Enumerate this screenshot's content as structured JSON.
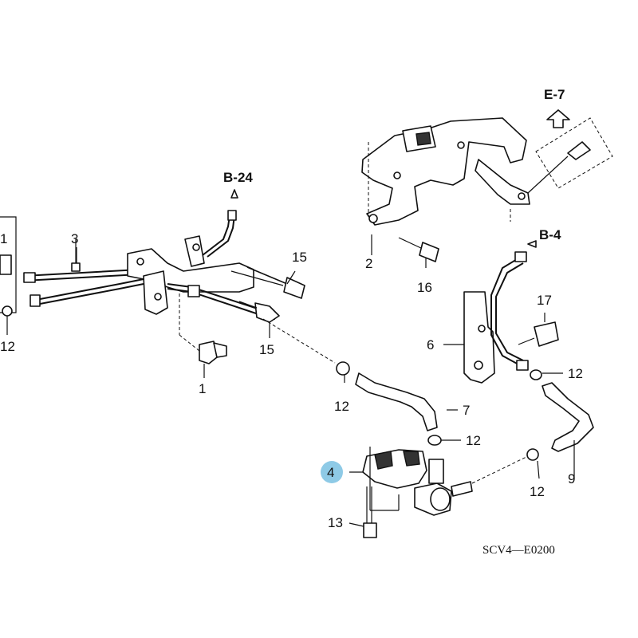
{
  "labels": {
    "p1_left": "1",
    "p1_bottom": "1",
    "p2": "2",
    "p3": "3",
    "p4": "4",
    "p6": "6",
    "p7": "7",
    "p9": "9",
    "p12_left": "12",
    "p12_mid": "12",
    "p12_right_top": "12",
    "p12_right_mid": "12",
    "p12_right_bottom": "12",
    "p13": "13",
    "p15_top": "15",
    "p15_bottom": "15",
    "p16": "16",
    "p17": "17"
  },
  "refs": {
    "b24": "B-24",
    "e7": "E-7",
    "b4": "B-4"
  },
  "diagram_code": "SCV4—E0200",
  "colors": {
    "highlight": "#8ecae6",
    "ink": "#111111"
  }
}
